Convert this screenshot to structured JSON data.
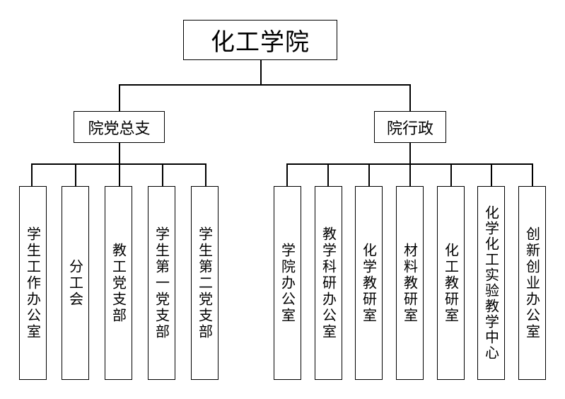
{
  "root": {
    "label": "化工学院"
  },
  "left_branch": {
    "label": "院党总支",
    "children": [
      {
        "label": "学生工作办公室"
      },
      {
        "label": "分工会"
      },
      {
        "label": "教工党支部"
      },
      {
        "label": "学生第一党支部"
      },
      {
        "label": "学生第二党支部"
      }
    ]
  },
  "right_branch": {
    "label": "院行政",
    "children": [
      {
        "label": "学院办公室"
      },
      {
        "label": "教学科研办公室"
      },
      {
        "label": "化学教研室"
      },
      {
        "label": "材料教研室"
      },
      {
        "label": "化工教研室"
      },
      {
        "label": "化学化工实验教学中心"
      },
      {
        "label": "创新创业办公室"
      }
    ]
  }
}
